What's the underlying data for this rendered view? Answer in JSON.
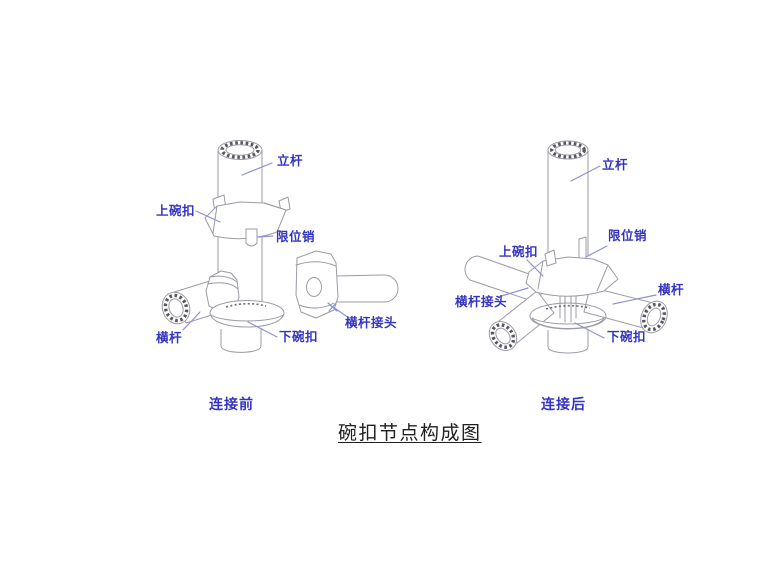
{
  "title": {
    "text": "碗扣节点构成图"
  },
  "diagrams": {
    "left": {
      "caption": "连接前",
      "labels": {
        "pole": "立杆",
        "upper_bowl": "上碗扣",
        "limit_pin": "限位销",
        "ledger": "横杆",
        "lower_bowl": "下碗扣",
        "ledger_joint": "横杆接头"
      }
    },
    "right": {
      "caption": "连接后",
      "labels": {
        "pole": "立杆",
        "limit_pin": "限位销",
        "upper_bowl": "上碗扣",
        "ledger_joint": "横杆接头",
        "ledger": "横杆",
        "lower_bowl": "下碗扣"
      }
    }
  },
  "colors": {
    "background": "#ffffff",
    "label_text": "#3434c2",
    "leader_line": "#9090d8",
    "drawing_line": "#9b9ba6",
    "title_text": "#202020"
  }
}
